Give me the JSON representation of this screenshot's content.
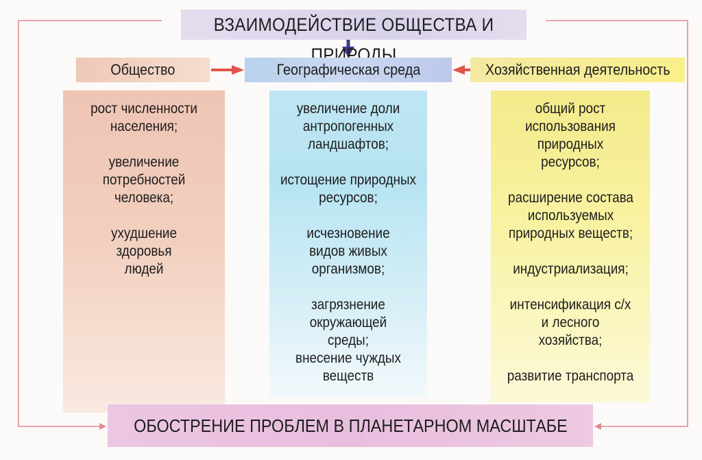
{
  "title": "ВЗАИМОДЕЙСТВИЕ ОБЩЕСТВА И ПРИРОДЫ",
  "headers": {
    "left": "Общество",
    "center": "Географическая среда",
    "right": "Хозяйственная деятельность"
  },
  "columns": {
    "left": [
      "рост численности населения;",
      "увеличение потребностей человека;",
      "ухудшение здоровья людей"
    ],
    "center": [
      "увеличение доли антропогенных ландшафтов;",
      "истощение природных ресурсов;",
      "исчезновение видов живых организмов;",
      "загрязнение окружающей среды;",
      "внесение чуждых веществ"
    ],
    "right": [
      "общий рост использования природных ресурсов;",
      "расширение состава используемых природных веществ;",
      "индустриализация;",
      "интенсификация с/х и лесного хозяйства;",
      "развитие транспорта"
    ]
  },
  "footer": "ОБОСТРЕНИЕ ПРОБЛЕМ В ПЛАНЕТАРНОМ МАСШТАБЕ",
  "colors": {
    "arrow_red": "#e0544a",
    "arrow_blue": "#3c3a8f",
    "loop_line": "#e38a92"
  }
}
